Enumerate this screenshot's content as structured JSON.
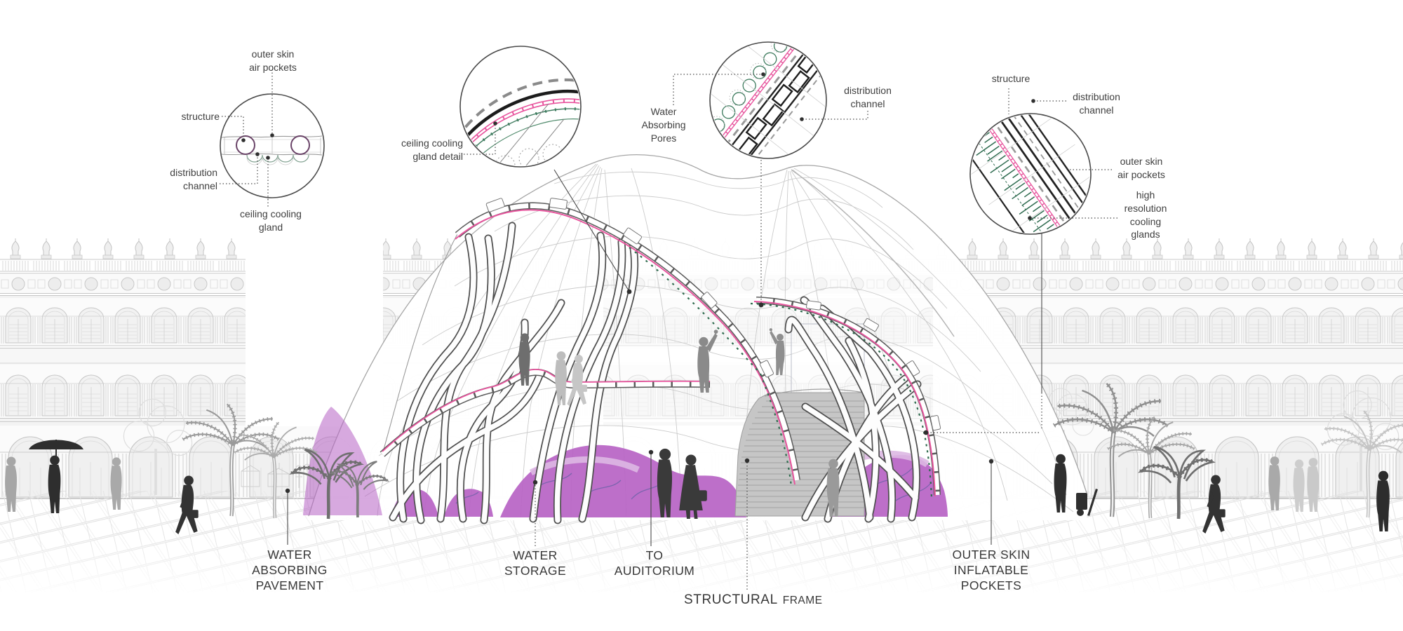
{
  "diagram": {
    "subject": "cooling pavilion section diagram in historic piazza",
    "palette": {
      "pink_channel": "#e8559e",
      "green_gland": "#3e7b5e",
      "purple_storage": "#b763c4",
      "purple_light": "#ddb8e3",
      "ink": "#3f3f3f",
      "mesh_gray": "#c9c9c9",
      "facade_gray": "#cfcfcf",
      "silhouette_dark": "#333333",
      "silhouette_gray": "#a0a0a0"
    }
  },
  "labels": {
    "c1_air_pockets": "outer skin\nair pockets",
    "c1_structure": "structure",
    "c1_distribution": "distribution\nchannel",
    "c1_gland": "ceiling cooling\ngland",
    "c2_detail": "ceiling cooling\ngland detail",
    "c3_pores": "Water\nAbsorbing\nPores",
    "c3_distribution": "distribution\nchannel",
    "c4_structure": "structure",
    "c4_distribution": "distribution\nchannel",
    "c4_air_pockets": "outer skin\nair pockets",
    "c4_glands": "high\nresolution\ncooling\nglands",
    "pavement": "WATER\nABSORBING\nPAVEMENT",
    "storage": "WATER\nSTORAGE",
    "auditorium": "TO\nAUDITORIUM",
    "frame_word1": "STRUCTURAL",
    "frame_word2": "FRAME",
    "pockets": "OUTER SKIN\nINFLATABLE\nPOCKETS"
  }
}
